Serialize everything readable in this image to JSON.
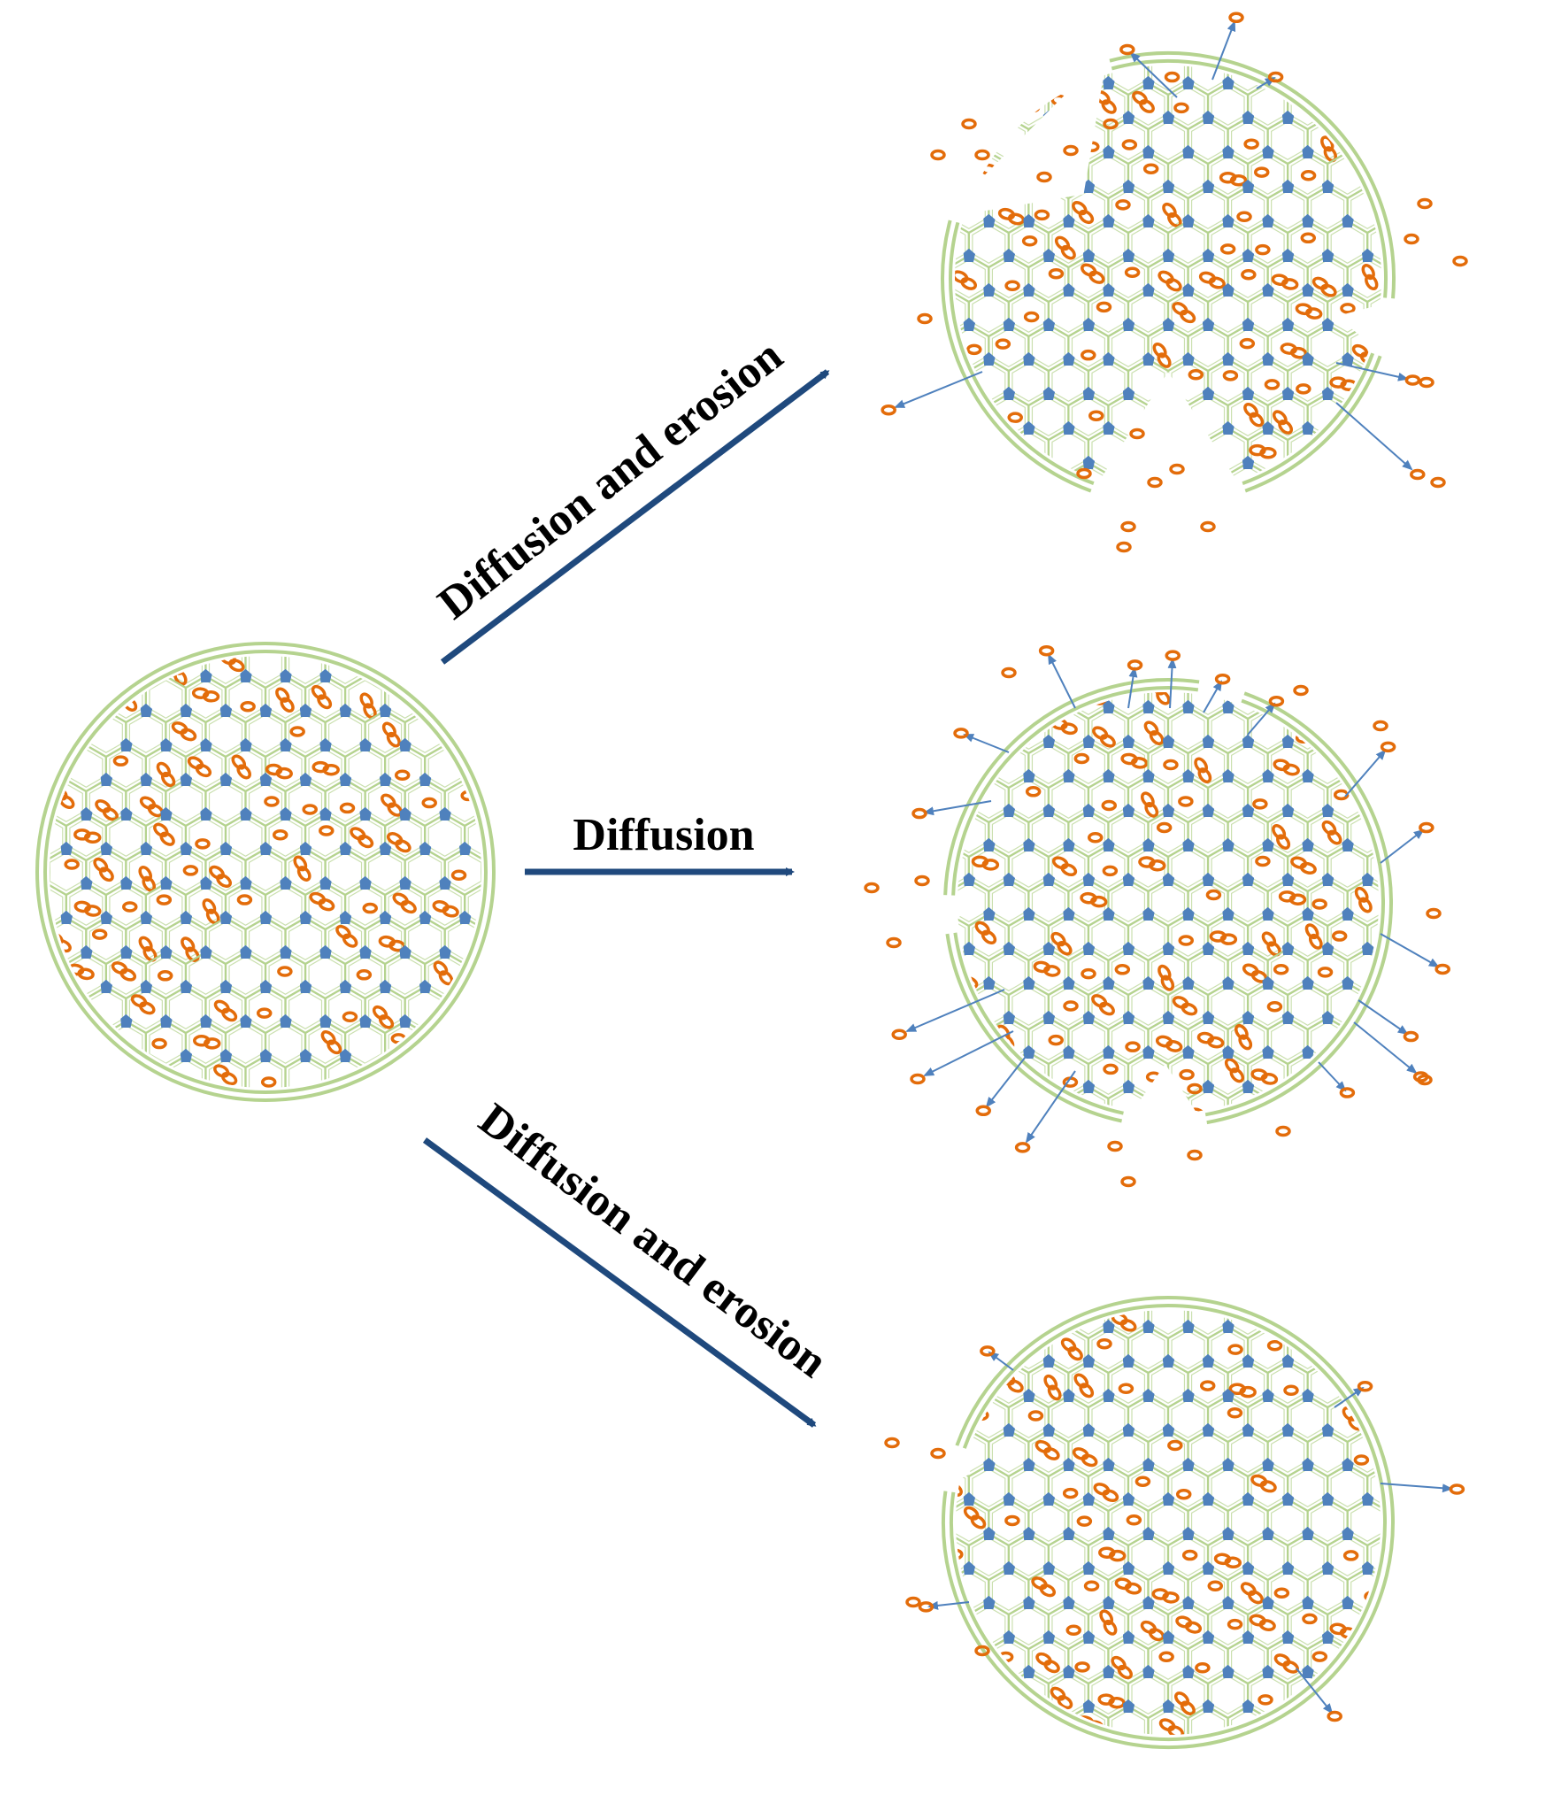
{
  "labels": {
    "top_arrow": "Diffusion and erosion",
    "middle_arrow": "Diffusion",
    "bottom_arrow": "Diffusion and erosion"
  },
  "colors": {
    "matrix_line": "#b5d38f",
    "node": "#4f81bd",
    "drug": "#e36c0a",
    "process_arrow": "#1f497d",
    "release_arrow": "#4f81bd",
    "background": "#ffffff"
  },
  "icons": {
    "node": "blue-polymer-node",
    "drug": "orange-drug-particle"
  },
  "diagram": {
    "source": "intact drug-loaded hexagonal polymer matrix sphere",
    "outcomes": [
      "diffusion and erosion release",
      "diffusion release",
      "diffusion and erosion release"
    ]
  }
}
